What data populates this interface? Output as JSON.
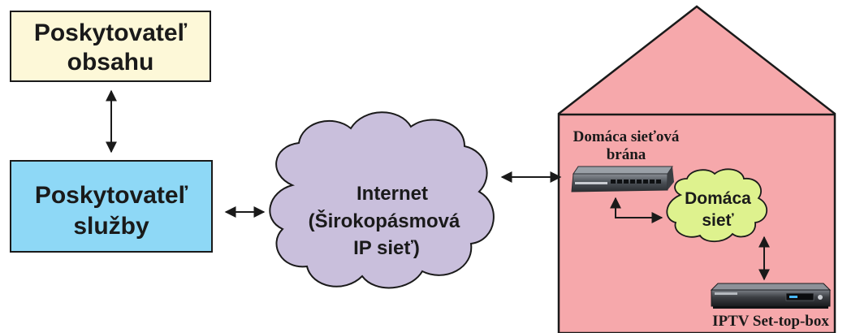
{
  "content_provider": {
    "line1": "Poskytovateľ",
    "line2": "obsahu"
  },
  "service_provider": {
    "line1": "Poskytovateľ",
    "line2": "služby"
  },
  "internet": {
    "line1": "Internet",
    "line2": "(Širokopásmová",
    "line3": "IP sieť)"
  },
  "home_gateway": {
    "line1": "Domáca sieťová",
    "line2": "brána"
  },
  "home_network": {
    "line1": "Domáca",
    "line2": "sieť"
  },
  "set_top_box": {
    "label": "IPTV Set-top-box"
  },
  "colors": {
    "content_provider_fill": "#fdf8d8",
    "service_provider_fill": "#8ed8f6",
    "internet_cloud_fill": "#c9bfdc",
    "house_fill": "#f6a8ab",
    "home_cloud_fill": "#def28e"
  }
}
